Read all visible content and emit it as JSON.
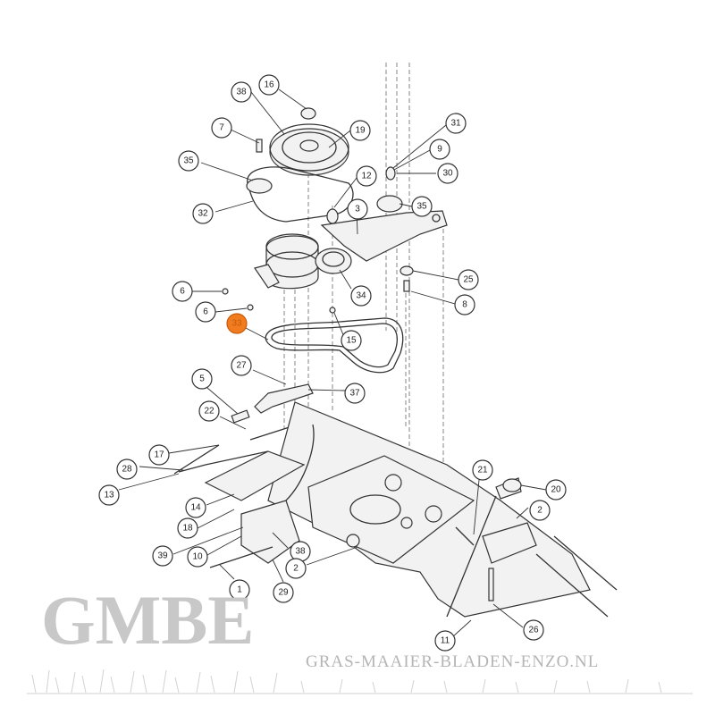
{
  "callouts": [
    {
      "label": "38"
    },
    {
      "label": "16"
    },
    {
      "label": "7"
    },
    {
      "label": "19"
    },
    {
      "label": "35"
    },
    {
      "label": "32"
    },
    {
      "label": "31"
    },
    {
      "label": "9"
    },
    {
      "label": "30"
    },
    {
      "label": "12"
    },
    {
      "label": "3"
    },
    {
      "label": "35"
    },
    {
      "label": "6"
    },
    {
      "label": "6"
    },
    {
      "label": "33",
      "highlighted": true
    },
    {
      "label": "34"
    },
    {
      "label": "25"
    },
    {
      "label": "8"
    },
    {
      "label": "15"
    },
    {
      "label": "27"
    },
    {
      "label": "37"
    },
    {
      "label": "5"
    },
    {
      "label": "22"
    },
    {
      "label": "17"
    },
    {
      "label": "28"
    },
    {
      "label": "13"
    },
    {
      "label": "14"
    },
    {
      "label": "18"
    },
    {
      "label": "39"
    },
    {
      "label": "10"
    },
    {
      "label": "38"
    },
    {
      "label": "2"
    },
    {
      "label": "1"
    },
    {
      "label": "29"
    },
    {
      "label": "21"
    },
    {
      "label": "20"
    },
    {
      "label": "2"
    },
    {
      "label": "11"
    },
    {
      "label": "26"
    }
  ],
  "watermark": {
    "logo": "GMBE",
    "site": "GRAS-MAAIER-BLADEN-ENZO.NL"
  },
  "colors": {
    "highlight": "#f07c1f",
    "line": "#333333",
    "watermark": "#c8c8c8"
  }
}
